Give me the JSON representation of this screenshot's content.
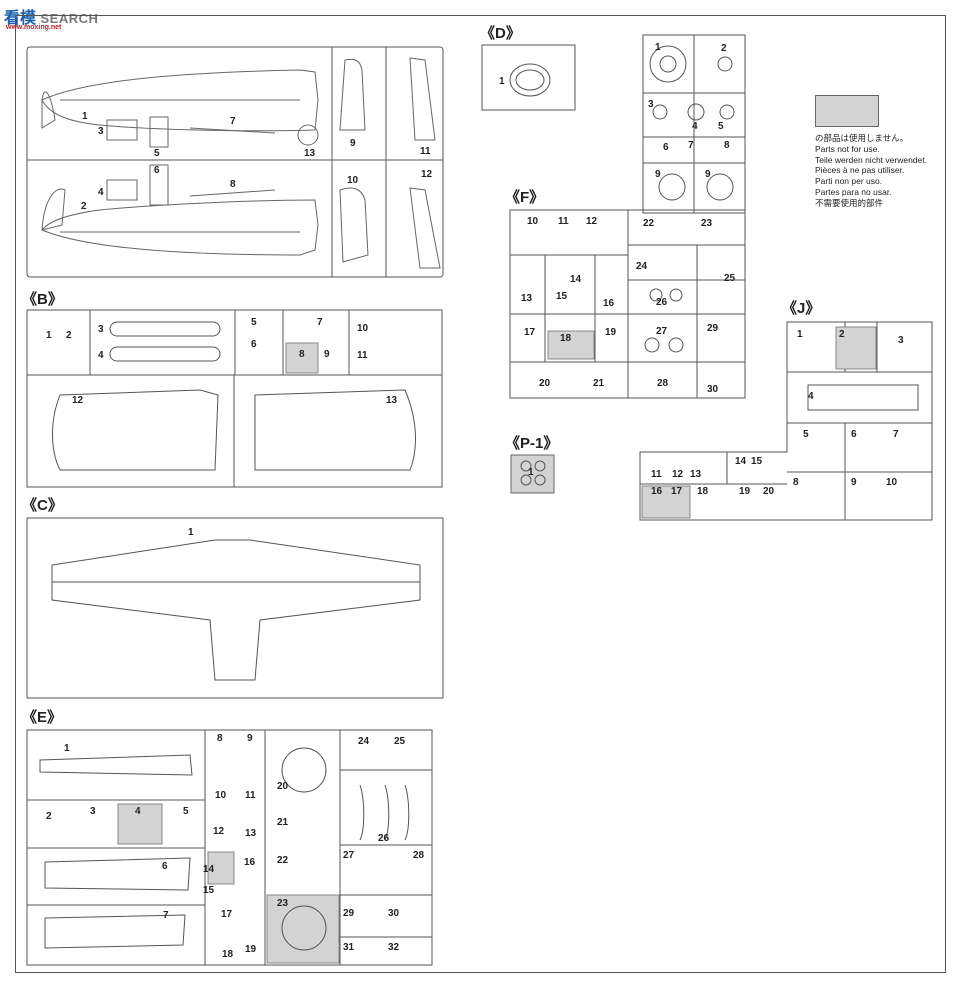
{
  "logo": {
    "cn": "看",
    "mid": "模",
    "en": "SEARCH",
    "url": "www.moxing.net"
  },
  "sections": {
    "D": "《D》",
    "F": "《F》",
    "J": "《J》",
    "B": "《B》",
    "P1": "《P-1》",
    "C": "《C》",
    "E": "《E》"
  },
  "legend": {
    "lines": [
      "の部品は使用しません。",
      "Parts not for use.",
      "Teile werden nicht verwendet.",
      "Pièces à ne pas utiliser.",
      "Parti non per uso.",
      "Partes para no usar.",
      "不需要使用的部件"
    ]
  },
  "labels": {
    "A": [
      "1",
      "3",
      "5",
      "7",
      "13",
      "9",
      "11",
      "2",
      "4",
      "6",
      "8",
      "10",
      "12"
    ],
    "D": [
      "1"
    ],
    "G": [
      "1",
      "2",
      "3",
      "4",
      "5",
      "6",
      "7",
      "8",
      "9",
      "9"
    ],
    "F": [
      "10",
      "11",
      "12",
      "22",
      "23",
      "24",
      "25",
      "13",
      "14",
      "15",
      "16",
      "17",
      "18",
      "19",
      "26",
      "27",
      "29",
      "20",
      "21",
      "28",
      "30"
    ],
    "J": [
      "1",
      "2",
      "3",
      "4",
      "5",
      "6",
      "7",
      "8",
      "9",
      "10",
      "11",
      "12",
      "13",
      "14",
      "15",
      "16",
      "17",
      "18",
      "19",
      "20"
    ],
    "B": [
      "1",
      "2",
      "3",
      "4",
      "5",
      "6",
      "7",
      "8",
      "9",
      "10",
      "11",
      "12",
      "13"
    ],
    "P1": [
      "1"
    ],
    "C": [
      "1"
    ],
    "E": [
      "1",
      "2",
      "3",
      "4",
      "5",
      "6",
      "7",
      "8",
      "9",
      "10",
      "11",
      "12",
      "13",
      "14",
      "15",
      "16",
      "17",
      "18",
      "19",
      "20",
      "21",
      "22",
      "23",
      "24",
      "25",
      "26",
      "27",
      "28",
      "29",
      "30",
      "31",
      "32"
    ]
  },
  "colors": {
    "unused_gray": "#d3d3d3",
    "line": "#555555"
  }
}
